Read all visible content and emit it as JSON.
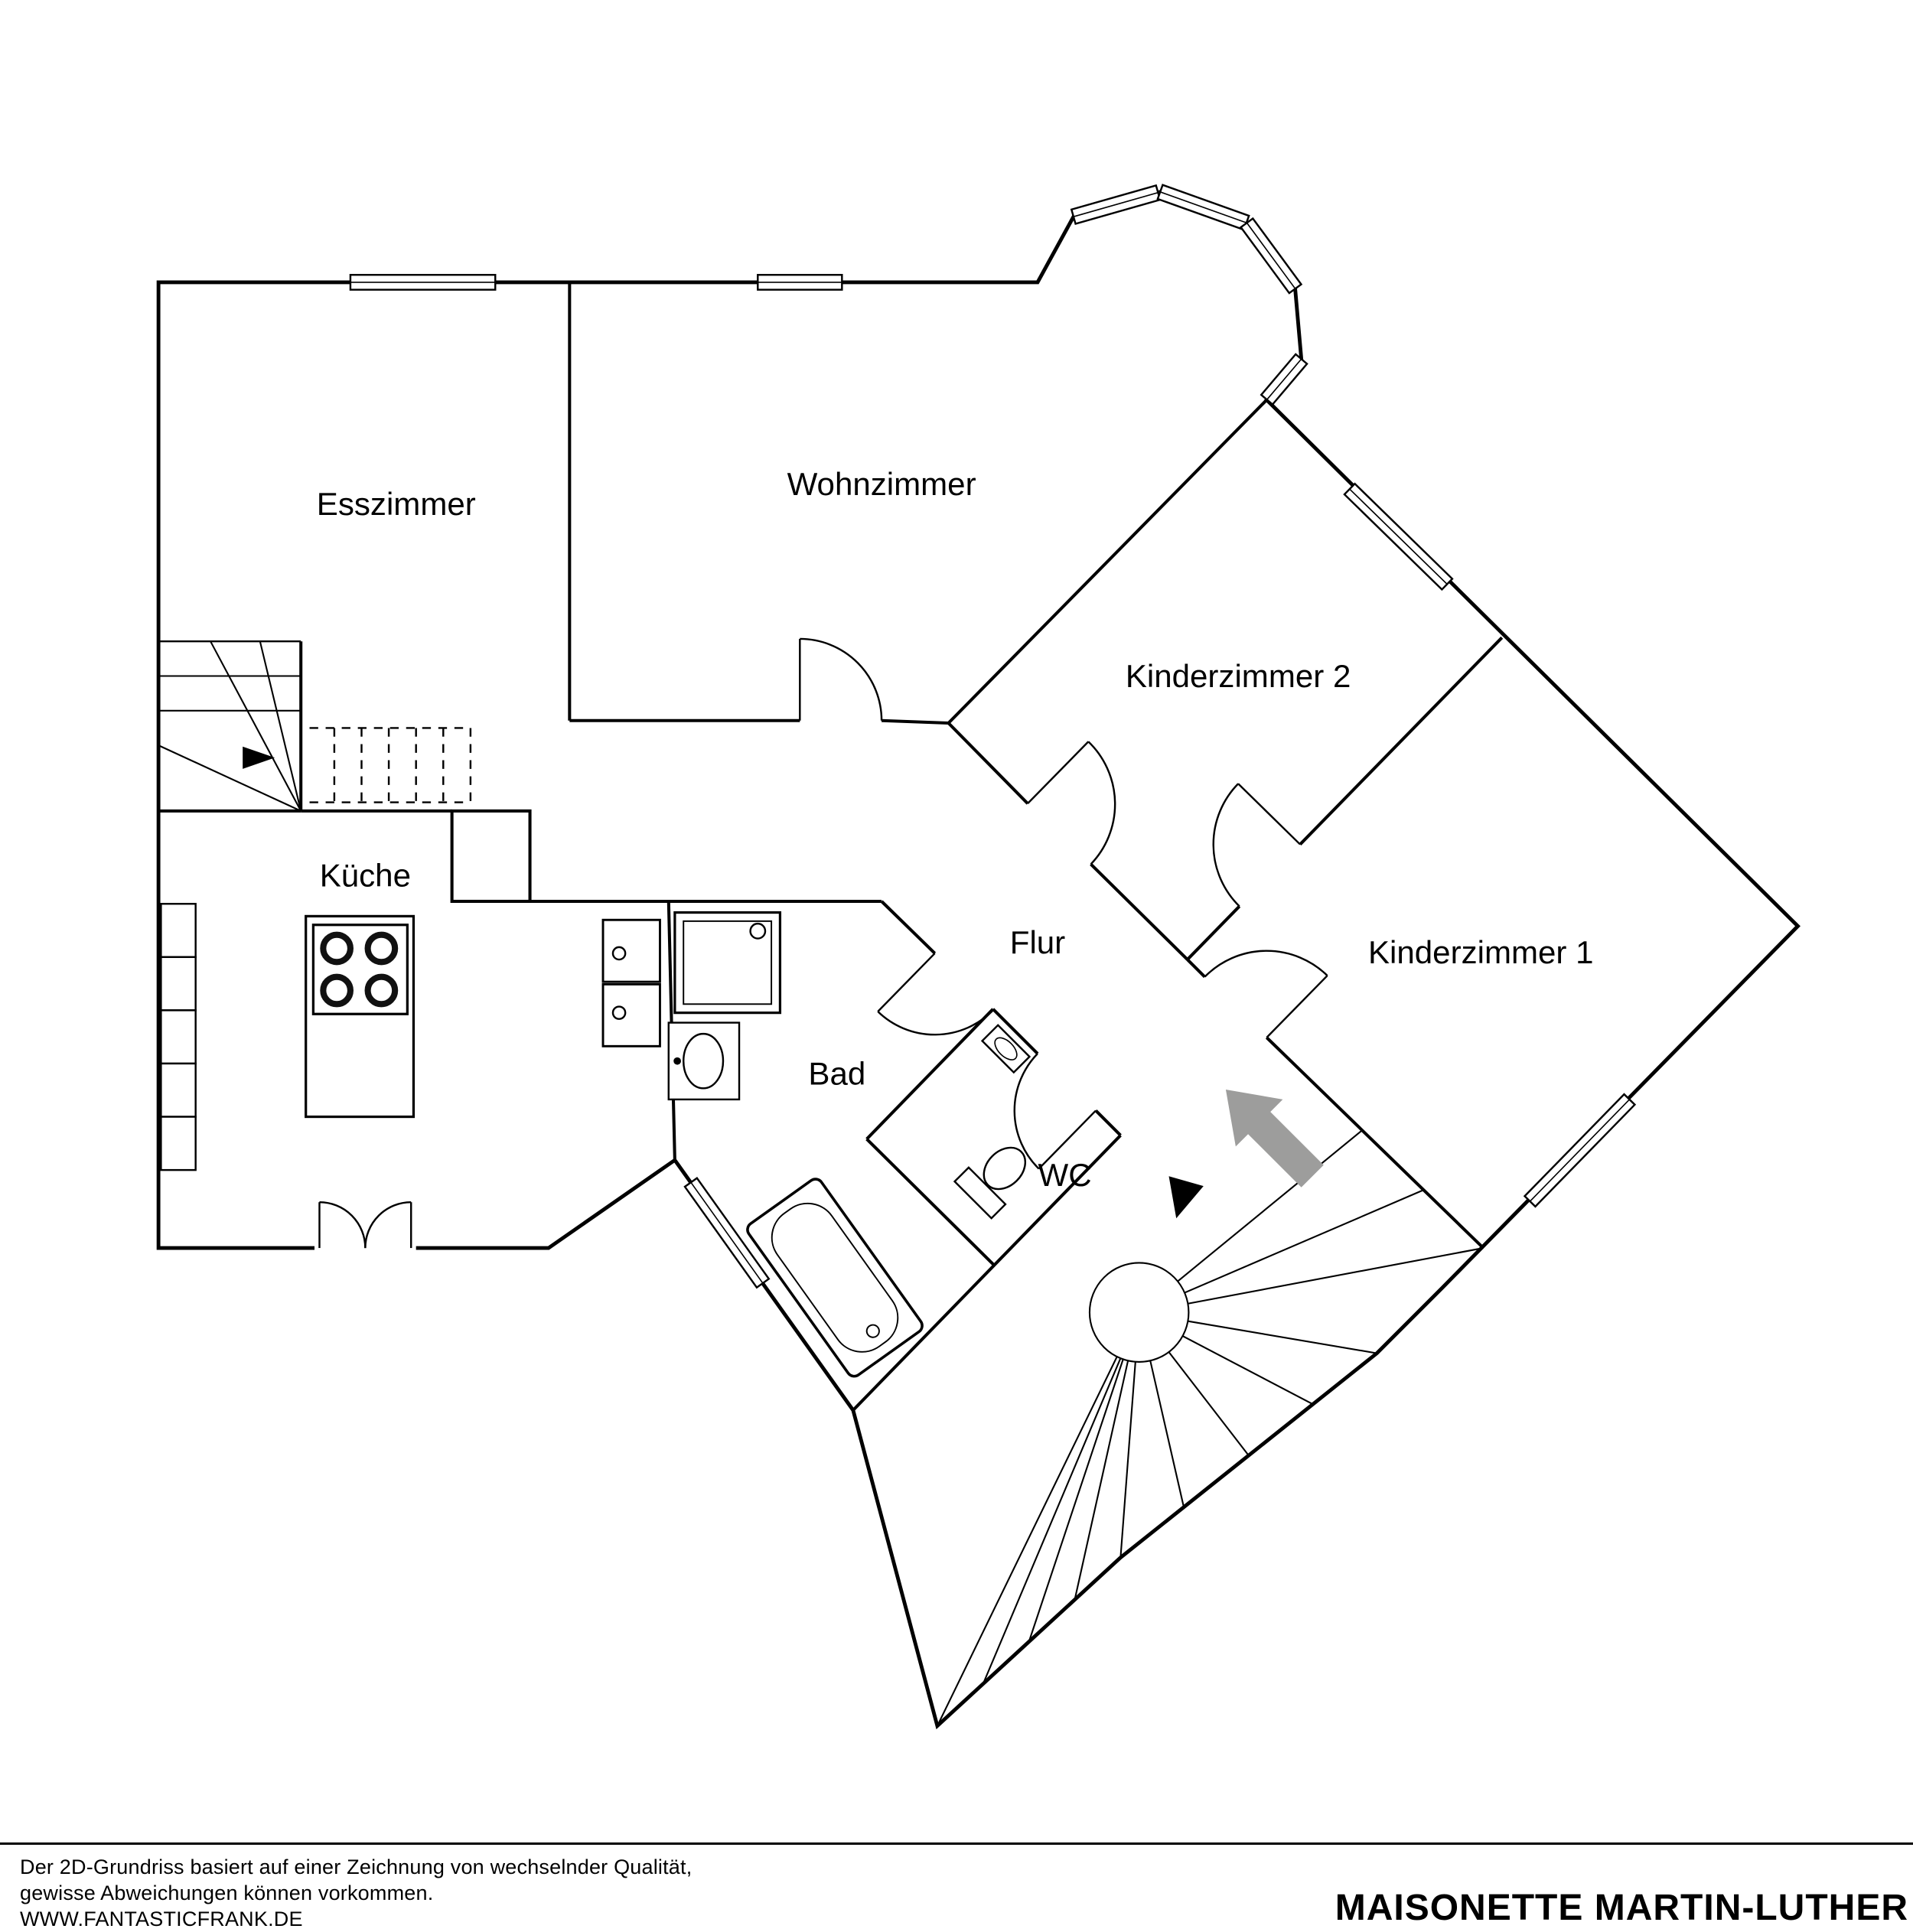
{
  "rooms": [
    {
      "label": "Esszimmer"
    },
    {
      "label": "Wohnzimmer"
    },
    {
      "label": "Kinderzimmer 2"
    },
    {
      "label": "Kinderzimmer 1"
    },
    {
      "label": "Küche"
    },
    {
      "label": "Flur"
    },
    {
      "label": "Bad"
    },
    {
      "label": "WC"
    }
  ],
  "footer": {
    "disclaimer_line1": "Der 2D-Grundriss basiert auf einer Zeichnung von wechselnder Qualität,",
    "disclaimer_line2": "gewisse Abweichungen können vorkommen.",
    "website": "WWW.FANTASTICFRANK.DE",
    "plan_title": "MAISONETTE MARTIN-LUTHER"
  },
  "colors": {
    "wall": "#000000",
    "background": "#ffffff",
    "entrance_arrow": "#9d9d9c"
  }
}
